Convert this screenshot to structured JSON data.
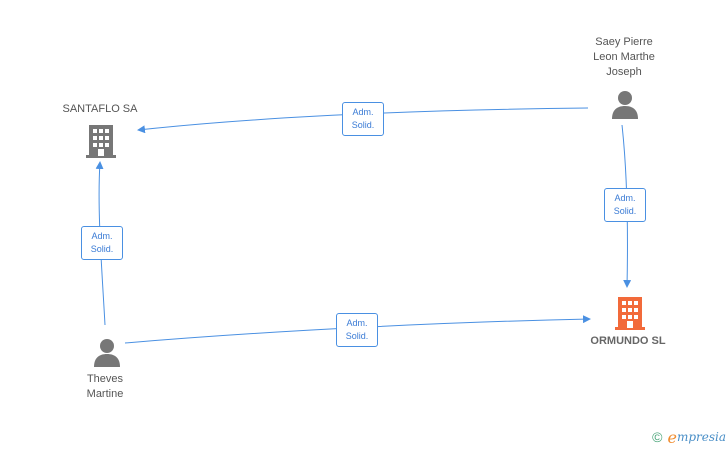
{
  "nodes": {
    "santaflo": {
      "label": "SANTAFLO SA",
      "type": "company"
    },
    "saey": {
      "label_lines": [
        "Saey Pierre",
        "Leon Marthe",
        "Joseph"
      ],
      "type": "person"
    },
    "theves": {
      "label_lines": [
        "Theves",
        "Martine"
      ],
      "type": "person"
    },
    "ormundo": {
      "label": "ORMUNDO SL",
      "type": "company",
      "highlighted": true
    }
  },
  "relations": [
    {
      "from": "saey",
      "to": "santaflo",
      "line1": "Adm.",
      "line2": "Solid."
    },
    {
      "from": "saey",
      "to": "ormundo",
      "line1": "Adm.",
      "line2": "Solid."
    },
    {
      "from": "theves",
      "to": "santaflo",
      "line1": "Adm.",
      "line2": "Solid."
    },
    {
      "from": "theves",
      "to": "ormundo",
      "line1": "Adm.",
      "line2": "Solid."
    }
  ],
  "colors": {
    "edge": "#4a90e2",
    "company_icon": "#777777",
    "highlight_icon": "#f26a3a",
    "person_icon": "#777777"
  },
  "brand": {
    "copyright_symbol": "©",
    "initial": "e",
    "rest": "mpresia"
  }
}
